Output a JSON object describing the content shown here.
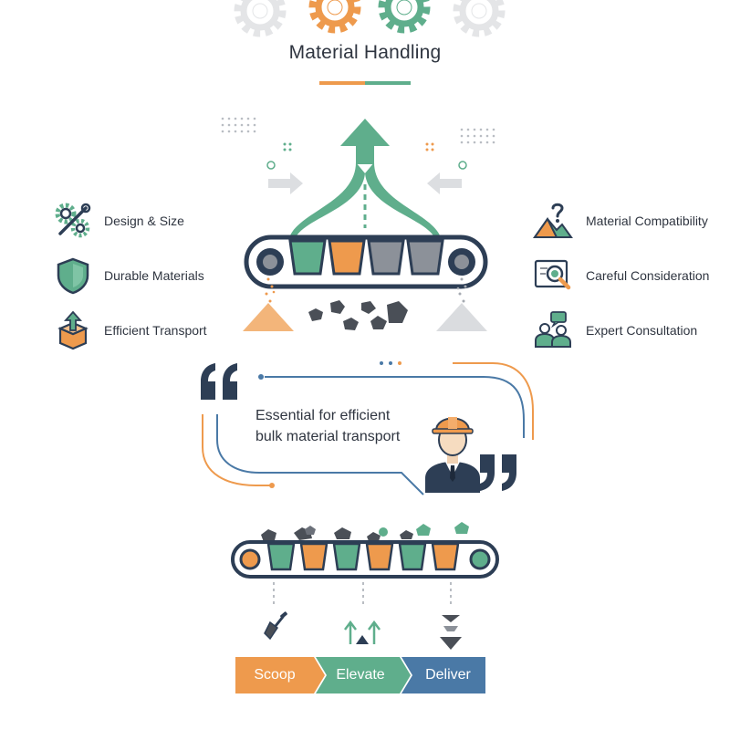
{
  "title": "Material Handling",
  "colors": {
    "orange": "#ee9a4d",
    "green": "#5fae8c",
    "navy": "#2d3e55",
    "blue": "#4a79a6",
    "gray": "#8c9199"
  },
  "features_left": [
    {
      "label": "Design & Size",
      "icon": "gears-wrench-icon"
    },
    {
      "label": "Durable Materials",
      "icon": "shield-icon"
    },
    {
      "label": "Efficient Transport",
      "icon": "box-up-arrow-icon"
    }
  ],
  "features_right": [
    {
      "label": "Material Compatibility",
      "icon": "question-mountain-icon"
    },
    {
      "label": "Careful Consideration",
      "icon": "magnifier-document-icon"
    },
    {
      "label": "Expert Consultation",
      "icon": "people-chat-icon"
    }
  ],
  "quote": {
    "line1": "Essential for efficient",
    "line2": "bulk material transport"
  },
  "steps": [
    {
      "label": "Scoop",
      "color": "#ee9a4d",
      "icon": "shovel-icon"
    },
    {
      "label": "Elevate",
      "color": "#5fae8c",
      "icon": "up-arrows-icon"
    },
    {
      "label": "Deliver",
      "color": "#4a79a6",
      "icon": "funnel-icon"
    }
  ]
}
